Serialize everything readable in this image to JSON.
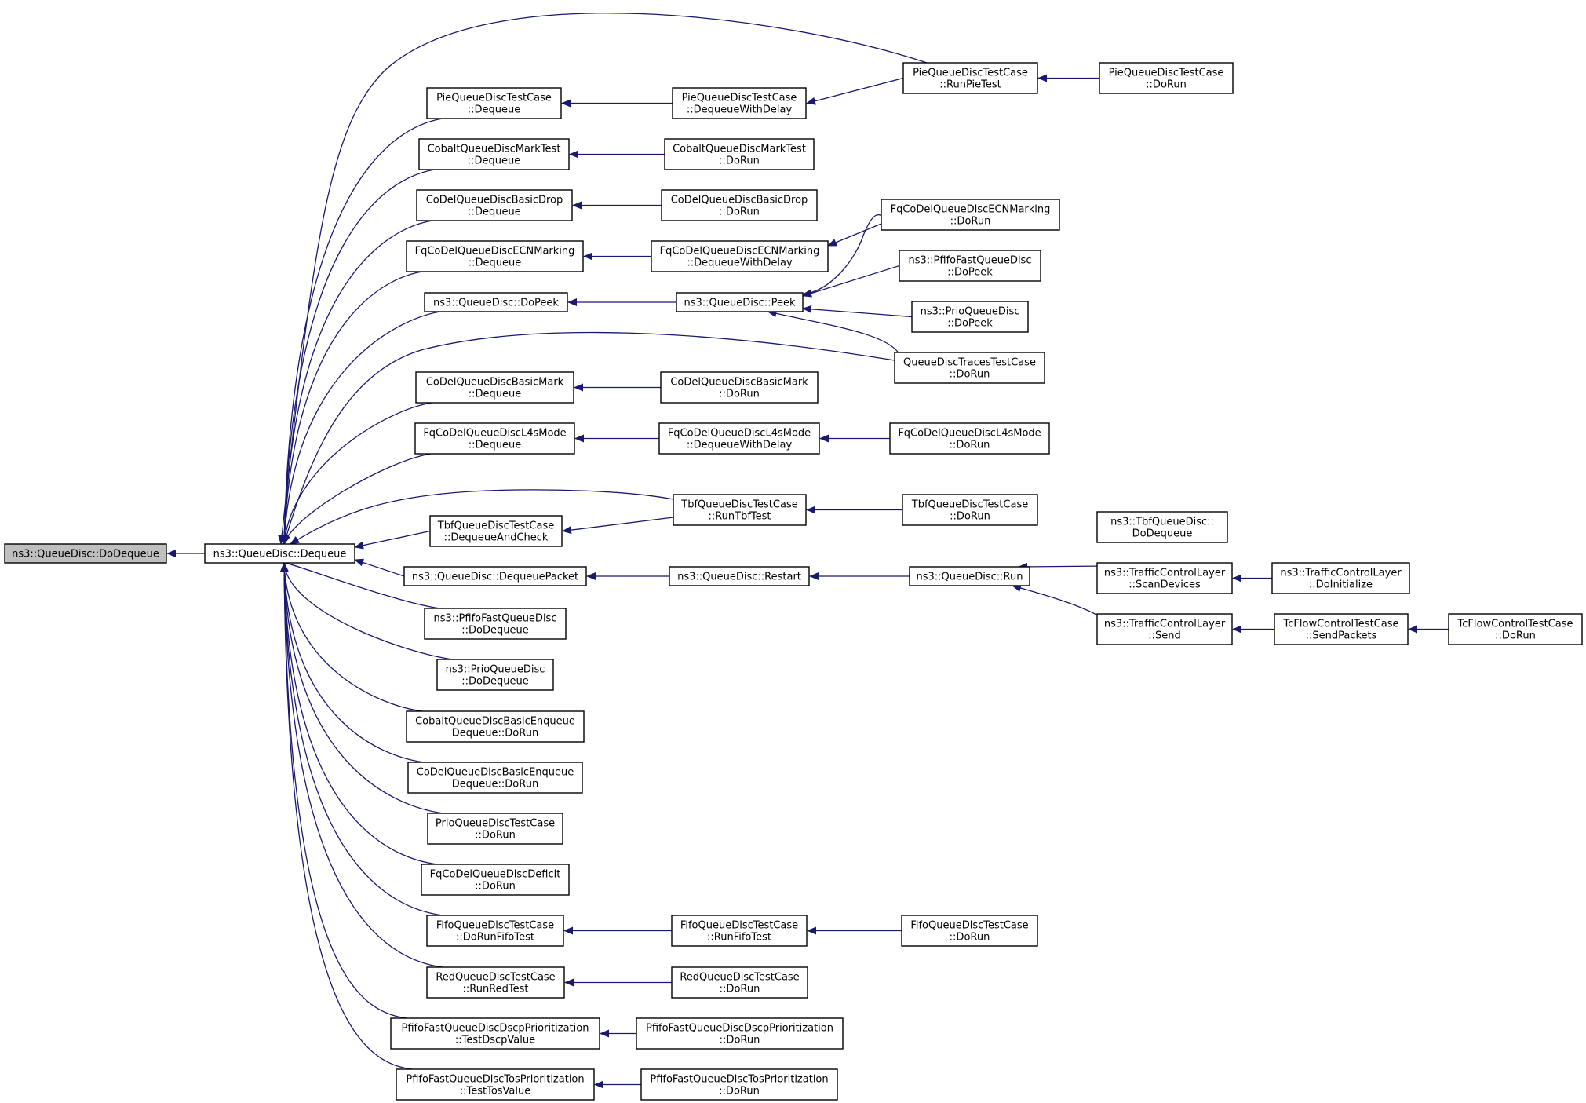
{
  "colors": {
    "edge": "#191970",
    "root_fill": "#bfbfbf",
    "node_fill": "#ffffff",
    "node_border": "#000000"
  },
  "nodes": [
    {
      "id": "root",
      "lines": [
        "ns3::QueueDisc::DoDequeue"
      ],
      "root": true
    },
    {
      "id": "deq",
      "lines": [
        "ns3::QueueDisc::Dequeue"
      ]
    },
    {
      "id": "pieDeq",
      "lines": [
        "PieQueueDiscTestCase",
        "::Dequeue"
      ]
    },
    {
      "id": "cobMark",
      "lines": [
        "CobaltQueueDiscMarkTest",
        "::Dequeue"
      ]
    },
    {
      "id": "codelDrop",
      "lines": [
        "CoDelQueueDiscBasicDrop",
        "::Dequeue"
      ]
    },
    {
      "id": "fqEcnDeq",
      "lines": [
        "FqCoDelQueueDiscECNMarking",
        "::Dequeue"
      ]
    },
    {
      "id": "doPeek",
      "lines": [
        "ns3::QueueDisc::DoPeek"
      ]
    },
    {
      "id": "codelMark",
      "lines": [
        "CoDelQueueDiscBasicMark",
        "::Dequeue"
      ]
    },
    {
      "id": "fqL4sDeq",
      "lines": [
        "FqCoDelQueueDiscL4sMode",
        "::Dequeue"
      ]
    },
    {
      "id": "tbfDeqCheck",
      "lines": [
        "TbfQueueDiscTestCase",
        "::DequeueAndCheck"
      ]
    },
    {
      "id": "deqPacket",
      "lines": [
        "ns3::QueueDisc::DequeuePacket"
      ]
    },
    {
      "id": "pfifoDeq",
      "lines": [
        "ns3::PfifoFastQueueDisc",
        "::DoDequeue"
      ]
    },
    {
      "id": "prioDeq",
      "lines": [
        "ns3::PrioQueueDisc",
        "::DoDequeue"
      ]
    },
    {
      "id": "cobEnq",
      "lines": [
        "CobaltQueueDiscBasicEnqueue",
        "Dequeue::DoRun"
      ]
    },
    {
      "id": "codelEnq",
      "lines": [
        "CoDelQueueDiscBasicEnqueue",
        "Dequeue::DoRun"
      ]
    },
    {
      "id": "prioRun",
      "lines": [
        "PrioQueueDiscTestCase",
        "::DoRun"
      ]
    },
    {
      "id": "fqDef",
      "lines": [
        "FqCoDelQueueDiscDeficit",
        "::DoRun"
      ]
    },
    {
      "id": "fifoDoRunFifo",
      "lines": [
        "FifoQueueDiscTestCase",
        "::DoRunFifoTest"
      ]
    },
    {
      "id": "redRunRed",
      "lines": [
        "RedQueueDiscTestCase",
        "::RunRedTest"
      ]
    },
    {
      "id": "dscpTest",
      "lines": [
        "PfifoFastQueueDiscDscpPrioritization",
        "::TestDscpValue"
      ]
    },
    {
      "id": "tosTest",
      "lines": [
        "PfifoFastQueueDiscTosPrioritization",
        "::TestTosValue"
      ]
    },
    {
      "id": "pieDelay",
      "lines": [
        "PieQueueDiscTestCase",
        "::DequeueWithDelay"
      ]
    },
    {
      "id": "cobMarkRun",
      "lines": [
        "CobaltQueueDiscMarkTest",
        "::DoRun"
      ]
    },
    {
      "id": "codelDropRun",
      "lines": [
        "CoDelQueueDiscBasicDrop",
        "::DoRun"
      ]
    },
    {
      "id": "fqEcnDelay",
      "lines": [
        "FqCoDelQueueDiscECNMarking",
        "::DequeueWithDelay"
      ]
    },
    {
      "id": "peek",
      "lines": [
        "ns3::QueueDisc::Peek"
      ]
    },
    {
      "id": "codelMarkRun",
      "lines": [
        "CoDelQueueDiscBasicMark",
        "::DoRun"
      ]
    },
    {
      "id": "fqL4sDelay",
      "lines": [
        "FqCoDelQueueDiscL4sMode",
        "::DequeueWithDelay"
      ]
    },
    {
      "id": "tbfRunTbf",
      "lines": [
        "TbfQueueDiscTestCase",
        "::RunTbfTest"
      ]
    },
    {
      "id": "restart",
      "lines": [
        "ns3::QueueDisc::Restart"
      ]
    },
    {
      "id": "fifoRunFifo",
      "lines": [
        "FifoQueueDiscTestCase",
        "::RunFifoTest"
      ]
    },
    {
      "id": "redRun",
      "lines": [
        "RedQueueDiscTestCase",
        "::DoRun"
      ]
    },
    {
      "id": "dscpRun",
      "lines": [
        "PfifoFastQueueDiscDscpPrioritization",
        "::DoRun"
      ]
    },
    {
      "id": "tosRun",
      "lines": [
        "PfifoFastQueueDiscTosPrioritization",
        "::DoRun"
      ]
    },
    {
      "id": "pieRunPie",
      "lines": [
        "PieQueueDiscTestCase",
        "::RunPieTest"
      ]
    },
    {
      "id": "fqEcnRun",
      "lines": [
        "FqCoDelQueueDiscECNMarking",
        "::DoRun"
      ]
    },
    {
      "id": "pfifoPeek",
      "lines": [
        "ns3::PfifoFastQueueDisc",
        "::DoPeek"
      ]
    },
    {
      "id": "prioPeek",
      "lines": [
        "ns3::PrioQueueDisc",
        "::DoPeek"
      ]
    },
    {
      "id": "tracesRun",
      "lines": [
        "QueueDiscTracesTestCase",
        "::DoRun"
      ]
    },
    {
      "id": "fqL4sRun",
      "lines": [
        "FqCoDelQueueDiscL4sMode",
        "::DoRun"
      ]
    },
    {
      "id": "tbfRun",
      "lines": [
        "TbfQueueDiscTestCase",
        "::DoRun"
      ]
    },
    {
      "id": "qdRun",
      "lines": [
        "ns3::QueueDisc::Run"
      ]
    },
    {
      "id": "fifoRun",
      "lines": [
        "FifoQueueDiscTestCase",
        "::DoRun"
      ]
    },
    {
      "id": "pieRun",
      "lines": [
        "PieQueueDiscTestCase",
        "::DoRun"
      ]
    },
    {
      "id": "tbfDeqDisc",
      "lines": [
        "ns3::TbfQueueDisc::",
        "DoDequeue"
      ]
    },
    {
      "id": "tclScan",
      "lines": [
        "ns3::TrafficControlLayer",
        "::ScanDevices"
      ]
    },
    {
      "id": "tclSend",
      "lines": [
        "ns3::TrafficControlLayer",
        "::Send"
      ]
    },
    {
      "id": "tclInit",
      "lines": [
        "ns3::TrafficControlLayer",
        "::DoInitialize"
      ]
    },
    {
      "id": "tcSend",
      "lines": [
        "TcFlowControlTestCase",
        "::SendPackets"
      ]
    },
    {
      "id": "tcRun",
      "lines": [
        "TcFlowControlTestCase",
        "::DoRun"
      ]
    }
  ]
}
